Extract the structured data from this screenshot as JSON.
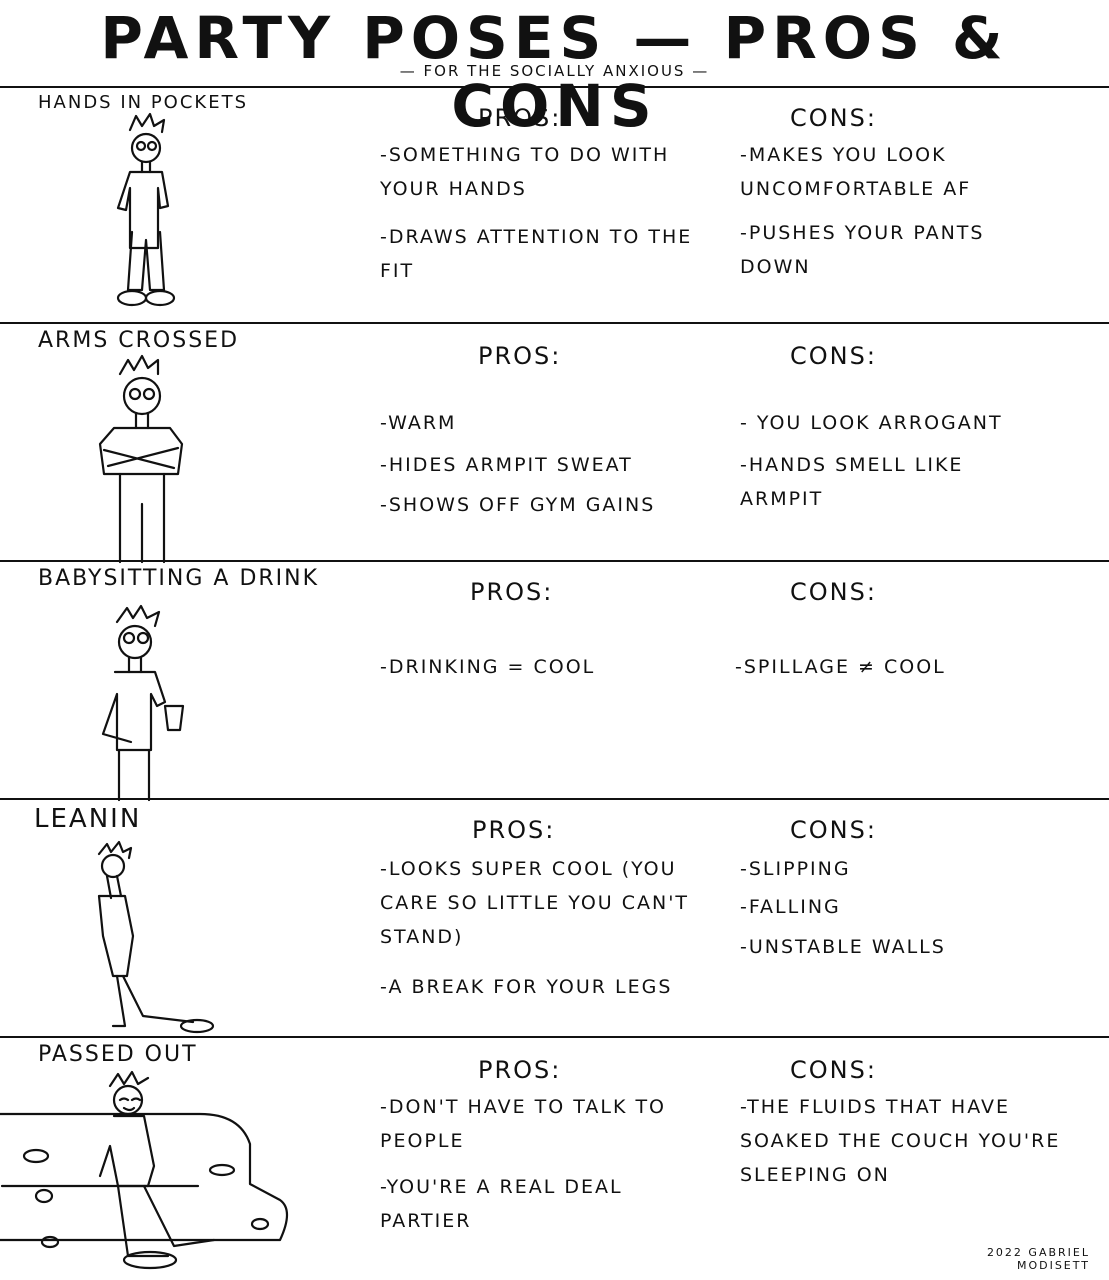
{
  "title": "Party Poses — Pros & Cons",
  "subtitle": "— For the Socially Anxious —",
  "pros_heading": "Pros:",
  "cons_heading": "Cons:",
  "rows": [
    {
      "pose": "Hands in Pockets",
      "pros": [
        "-Something to do with your hands",
        "-Draws attention to the fit"
      ],
      "cons": [
        "-Makes you look uncomfortable AF",
        "-Pushes your pants down"
      ]
    },
    {
      "pose": "Arms Crossed",
      "pros": [
        "-Warm",
        "-Hides armpit sweat",
        "-Shows off gym gains"
      ],
      "cons": [
        "- You look arrogant",
        "-Hands smell like armpit"
      ]
    },
    {
      "pose": "Babysitting a Drink",
      "pros": [
        "-Drinking = cool"
      ],
      "cons": [
        "-Spillage ≠ cool"
      ]
    },
    {
      "pose": "Leanin",
      "pros": [
        "-Looks super cool (you care so little you can't stand)",
        "-A break for your legs"
      ],
      "cons": [
        "-Slipping",
        "-Falling",
        "-Unstable walls"
      ]
    },
    {
      "pose": "Passed Out",
      "pros": [
        "-Don't have to talk to people",
        "-You're a real deal partier"
      ],
      "cons": [
        "-The fluids that have soaked the couch you're sleeping on"
      ]
    }
  ],
  "signature_line1": "2022 Gabriel",
  "signature_line2": "Modisett"
}
